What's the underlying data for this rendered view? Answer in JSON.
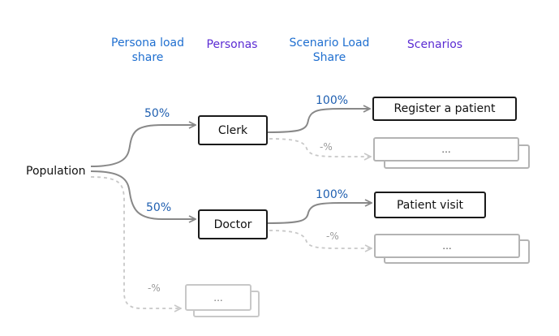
{
  "headers": {
    "persona_load_share": "Persona load share",
    "personas": "Personas",
    "scenario_load_share": "Scenario Load Share",
    "scenarios": "Scenarios"
  },
  "population": "Population",
  "personas": [
    {
      "name": "Clerk",
      "share": "50%",
      "scenario": "Register a patient",
      "scenario_share": "100%",
      "other_share": "-%",
      "other_scenario": "..."
    },
    {
      "name": "Doctor",
      "share": "50%",
      "scenario": "Patient visit",
      "scenario_share": "100%",
      "other_share": "-%",
      "other_scenario": "..."
    }
  ],
  "other_persona": {
    "share": "-%",
    "name": "..."
  },
  "colors": {
    "share_blue": "#1f5fb0",
    "header_blue": "#1f6fd0",
    "header_purple": "#5b2bd3",
    "arrow": "#888888",
    "ghost": "#c8c8c8"
  }
}
